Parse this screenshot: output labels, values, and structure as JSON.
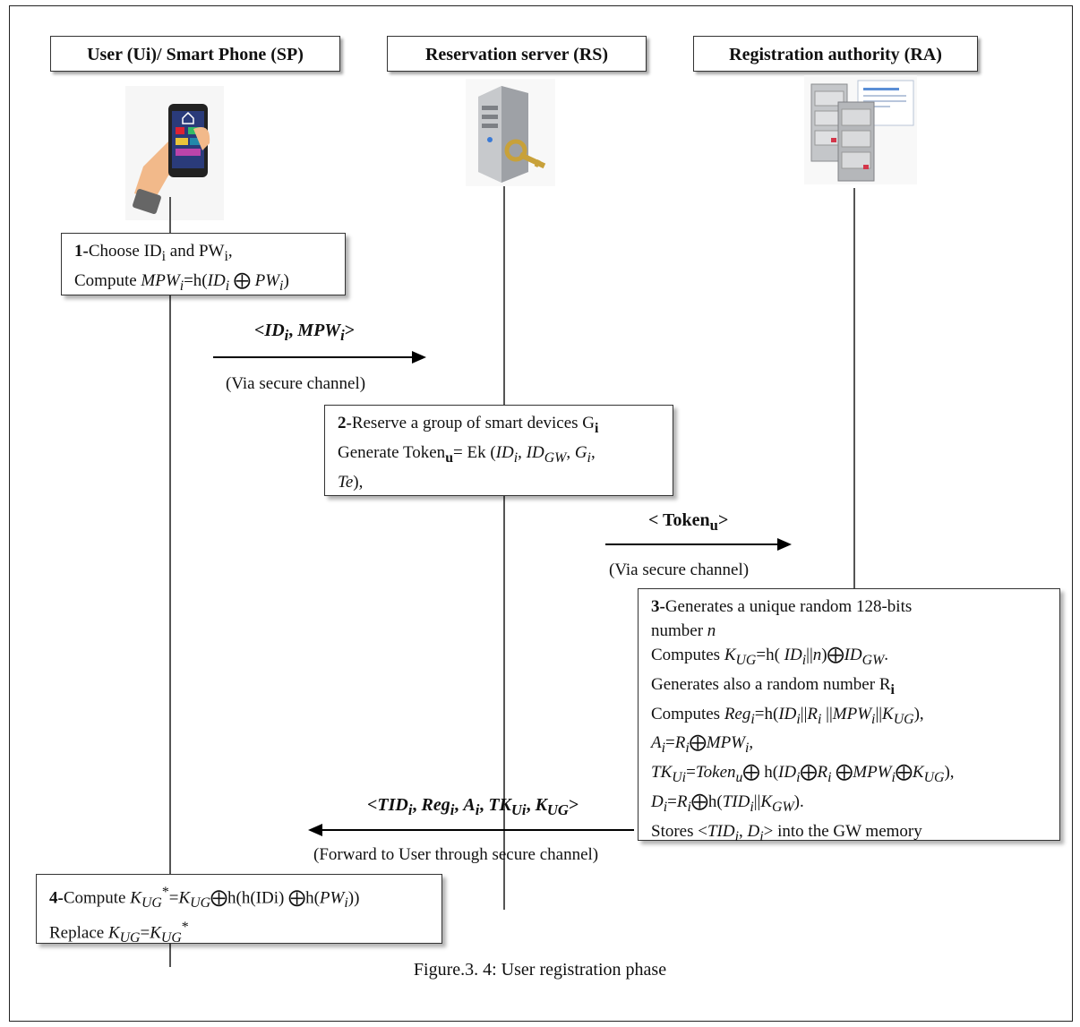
{
  "actors": {
    "user": "User (Ui)/ Smart Phone (SP)",
    "rs": "Reservation server (RS)",
    "ra": "Registration authority (RA)"
  },
  "step1": {
    "num": "1-",
    "l1_text": "Choose ID",
    "l1_sub1": "i",
    "l1_and": " and PW",
    "l1_sub2": "i",
    "l1_end": ",",
    "l2_a": "Compute ",
    "l2_mpw": "MPW",
    "l2_sub": "i",
    "l2_eq": "=h(",
    "l2_id": "ID",
    "l2_idsub": "i",
    "l2_xor": " ⨁ ",
    "l2_pw": "PW",
    "l2_pwsub": "i",
    "l2_close": ")"
  },
  "msg1": {
    "open": "<",
    "id": "ID",
    "idsub": "i",
    "sep": ", ",
    "mpw": "MPW",
    "mpwsub": "i",
    "close": ">",
    "note": "(Via secure channel)"
  },
  "step2": {
    "num": "2-",
    "l1": "Reserve a group of smart devices G",
    "l1_sub": "i",
    "l2_a": "Generate Token",
    "l2_sub": "u",
    "l2_b": "= Ek (",
    "l2_id": "ID",
    "l2_idsub": "i",
    "l2_c": ", ",
    "l2_idgw": "ID",
    "l2_idgwsub": "GW",
    "l2_d": ", ",
    "l2_g": "G",
    "l2_gsub": "i",
    "l2_e": ",",
    "l3_te": "Te",
    "l3_end": "),"
  },
  "msg2": {
    "label_a": "< Token",
    "label_sub": "u",
    "label_b": ">",
    "note": "(Via secure channel)"
  },
  "step3": {
    "num": "3-",
    "l1": "Generates a unique random 128-bits",
    "l2_a": "number ",
    "l2_n": "n",
    "l3_a": "Computes ",
    "l3_k": "K",
    "l3_ksub": "UG",
    "l3_b": "=h( ",
    "l3_id": "ID",
    "l3_idsub": "i",
    "l3_c": "||",
    "l3_n": "n",
    "l3_d": ")⨁",
    "l3_idgw": "ID",
    "l3_idgwsub": "GW",
    "l3_e": ".",
    "l4_a": "Generates also a random number R",
    "l4_sub": "i",
    "l5_a": "Computes ",
    "l5_reg": "Reg",
    "l5_regsub": "i",
    "l5_b": "=h(",
    "l5_id": "ID",
    "l5_idsub": "i",
    "l5_c": "||",
    "l5_r": "R",
    "l5_rsub": "i",
    "l5_d": " ||",
    "l5_mpw": "MPW",
    "l5_mpwsub": "i",
    "l5_e": "||",
    "l5_k": "K",
    "l5_ksub": "UG",
    "l5_f": "),",
    "l6_a": "A",
    "l6_asub": "i",
    "l6_b": "=",
    "l6_r": "R",
    "l6_rsub": "i",
    "l6_c": "⨁",
    "l6_mpw": "MPW",
    "l6_mpwsub": "i",
    "l6_d": ",",
    "l7_tk": "TK",
    "l7_tksub": "Ui",
    "l7_b": "=",
    "l7_token": "Token",
    "l7_tokensub": "u",
    "l7_c": "⨁ h(",
    "l7_id": "ID",
    "l7_idsub": "i",
    "l7_d": "⨁",
    "l7_r": "R",
    "l7_rsub": "i",
    "l7_e": " ⨁",
    "l7_mpw": "MPW",
    "l7_mpwsub": "i",
    "l7_f": "⨁",
    "l7_k": "K",
    "l7_ksub": "UG",
    "l7_g": "),",
    "l8_d": "D",
    "l8_dsub": "i",
    "l8_b": "=",
    "l8_r": "R",
    "l8_rsub": "i",
    "l8_c": "⨁h(",
    "l8_tid": "TID",
    "l8_tidsub": "i",
    "l8_d2": "||",
    "l8_k": "K",
    "l8_ksub": "GW",
    "l8_e": ").",
    "l9_a": "Stores <",
    "l9_tid": "TID",
    "l9_tidsub": "i",
    "l9_b": ", ",
    "l9_d": "D",
    "l9_dsub": "i",
    "l9_c": "> into the GW memory"
  },
  "msg3": {
    "open": "<",
    "tid": "TID",
    "tidsub": "i",
    "s1": ", ",
    "reg": "Reg",
    "regsub": "i",
    "s2": ", ",
    "a": "A",
    "asub": "i",
    "s3": ", ",
    "tk": "TK",
    "tksub": "Ui",
    "s4": ", ",
    "k": "K",
    "ksub": "UG",
    "close": ">",
    "note": "(Forward to User through secure channel)"
  },
  "step4": {
    "num": "4-",
    "l1_a": "Compute ",
    "l1_k": "K",
    "l1_ksub": "UG",
    "l1_sup": "*",
    "l1_b": "=",
    "l1_k2": "K",
    "l1_k2sub": "UG",
    "l1_c": "⨁h(h(IDi) ⨁h(",
    "l1_pw": "PW",
    "l1_pwsub": "i",
    "l1_d": "))",
    "l2_a": "Replace ",
    "l2_k": "K",
    "l2_ksub": "UG",
    "l2_b": "=",
    "l2_k2": "K",
    "l2_k2sub": "UG",
    "l2_sup": "*"
  },
  "caption": "Figure.3. 4: User registration phase",
  "icons": {
    "user": "smartphone-in-hand-icon",
    "rs": "server-with-key-icon",
    "ra": "server-rack-certificate-icon"
  }
}
